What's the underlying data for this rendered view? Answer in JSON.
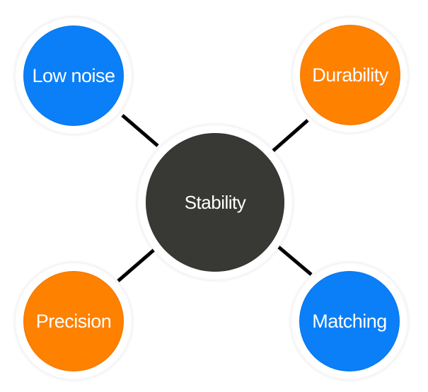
{
  "diagram": {
    "center": {
      "label": "Stability",
      "color": "#383835"
    },
    "nodes": {
      "top_left": {
        "label": "Low noise",
        "color": "#0a7ff8"
      },
      "top_right": {
        "label": "Durability",
        "color": "#ff8100"
      },
      "bottom_left": {
        "label": "Precision",
        "color": "#ff8100"
      },
      "bottom_right": {
        "label": "Matching",
        "color": "#0a7ff8"
      }
    },
    "connector_color": "#000000"
  }
}
